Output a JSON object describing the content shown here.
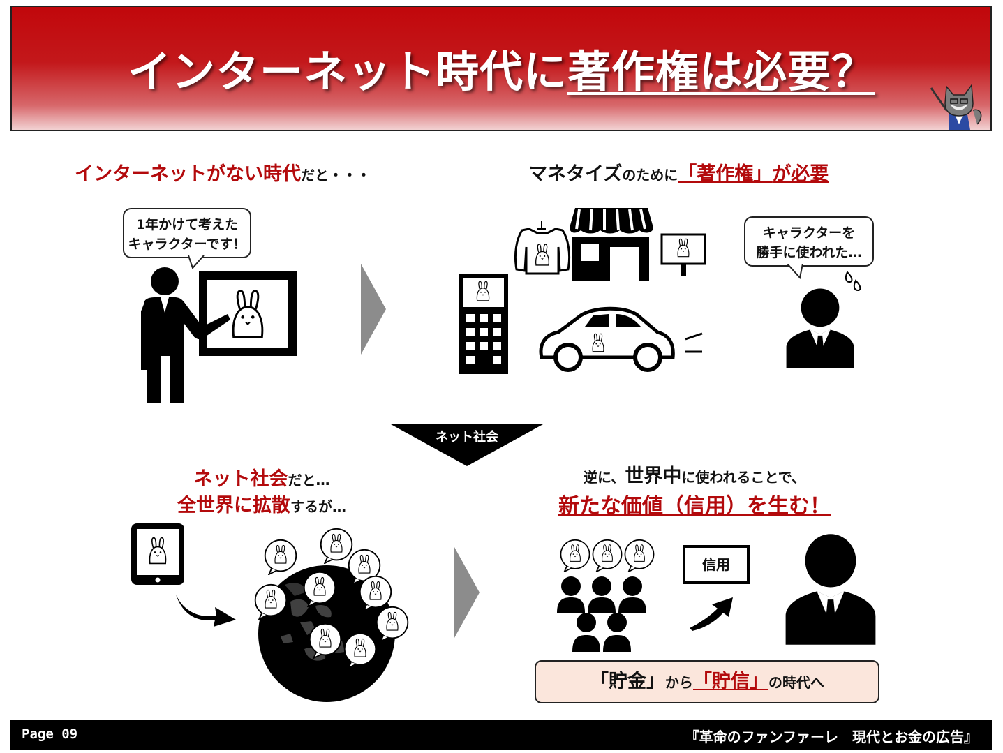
{
  "title": {
    "part1": "インターネット時代に",
    "part2": "著作権は必要？"
  },
  "top_left": {
    "heading_bold": "インターネットがない時代",
    "heading_tail": "だと・・・",
    "bubble_line1": "1年かけて考えた",
    "bubble_line2": "キャラクターです！"
  },
  "top_right": {
    "heading_a": "マネタイズ",
    "heading_b": "のために",
    "heading_c": "「著作権」",
    "heading_d": "が必要",
    "bubble_line1": "キャラクターを",
    "bubble_line2": "勝手に使われた…"
  },
  "transition": {
    "label": "ネット社会"
  },
  "bottom_left": {
    "line1_bold": "ネット社会",
    "line1_tail": "だと…",
    "line2_a": "全世界に",
    "line2_b": "拡散",
    "line2_c": "するが…"
  },
  "bottom_right": {
    "line1_a": "逆に、",
    "line1_b": "世界中",
    "line1_c": "に使われることで、",
    "line2": "新たな価値（信用）を生む！",
    "sign_label": "信用"
  },
  "bottom_box": {
    "a": "「貯金」",
    "b": "から",
    "c": "「貯信」",
    "d": "の時代へ"
  },
  "footer": {
    "page": "Page 09",
    "book": "『革命のファンファーレ　現代とお金の広告』"
  },
  "colors": {
    "title_red": "#c1070b",
    "accent_red": "#b30a0c",
    "arrow_gray": "#8c8c8c",
    "box_fill": "#fbe6dc"
  }
}
